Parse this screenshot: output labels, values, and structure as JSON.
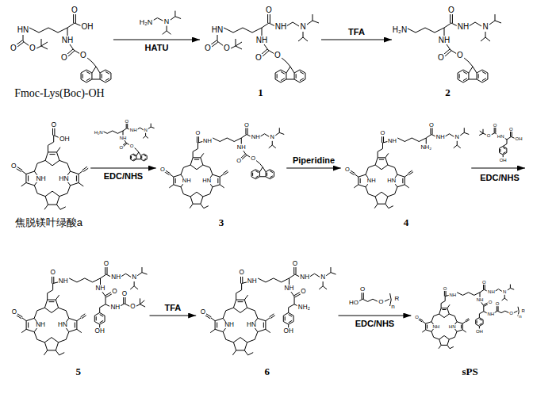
{
  "diagram": {
    "nodes": [
      {
        "text": [
          "Fmoc-Lys(Boc)-OH"
        ]
      },
      {
        "text": [
          "1"
        ]
      },
      {
        "text": [
          "2"
        ]
      },
      {
        "text": [
          "焦脱镁叶绿酸a"
        ]
      },
      {
        "text": [
          "3"
        ]
      },
      {
        "text": [
          "4"
        ]
      },
      {
        "text": [
          "5"
        ]
      },
      {
        "text": [
          "6"
        ]
      },
      {
        "text": [
          "sPS"
        ]
      }
    ],
    "edges": [
      {
        "from": 0,
        "to": 1,
        "label": "HATU",
        "arrow": "to"
      },
      {
        "from": 1,
        "to": 2,
        "label": "TFA",
        "arrow": "to"
      },
      {
        "from": 3,
        "to": 4,
        "label": "EDC/NHS",
        "arrow": "to"
      },
      {
        "from": 4,
        "to": 5,
        "label": "Piperidine",
        "arrow": "to"
      },
      {
        "from": 6,
        "to": 7,
        "label": "TFA",
        "arrow": "to"
      },
      {
        "from": 7,
        "to": 8,
        "label": "EDC/NHS",
        "arrow": "to"
      }
    ],
    "labels": [
      "O",
      "OH",
      "HN",
      "O",
      "O",
      "NH",
      "O",
      "O",
      "H₂N",
      "N",
      "O",
      "NH",
      "N",
      "HN",
      "O",
      "O",
      "NH",
      "O",
      "O",
      "O",
      "NH",
      "N",
      "H₂N",
      "NH",
      "O",
      "O",
      "O",
      "NH",
      "HN",
      "O",
      "OH",
      "O",
      "NH",
      "N",
      "H₂N",
      "NH",
      "O",
      "O",
      "O",
      "NH",
      "HN",
      "O",
      "NH",
      "O",
      "NH",
      "N",
      "NH",
      "O",
      "O",
      "O",
      "NH",
      "HN",
      "O",
      "NH",
      "O",
      "NH",
      "N",
      "NH₂",
      "O",
      "OH",
      "HN",
      "O",
      "O",
      "OH",
      "EDC/NHS",
      "O",
      "NH",
      "HN",
      "O",
      "NH",
      "O",
      "NH",
      "N",
      "NH",
      "O",
      "NH",
      "O",
      "O",
      "OH",
      "O",
      "NH",
      "HN",
      "O",
      "NH",
      "O",
      "NH",
      "N",
      "NH",
      "O",
      "NH₂",
      "OH",
      "HO",
      "O",
      "O",
      "n",
      "R",
      "O",
      "NH",
      "HN",
      "O",
      "NH",
      "O",
      "NH",
      "N",
      "NH",
      "O",
      "NH",
      "O",
      "O",
      "n",
      "R",
      "OH"
    ]
  }
}
